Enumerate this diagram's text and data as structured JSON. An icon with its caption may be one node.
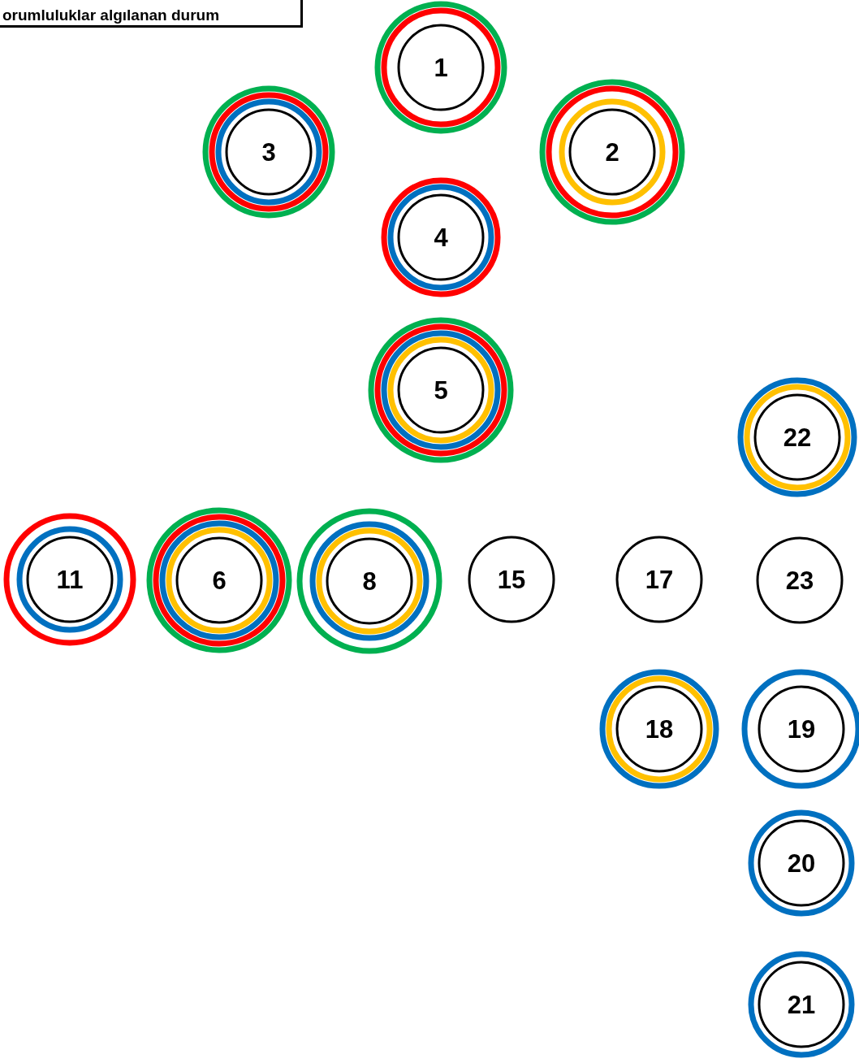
{
  "diagram": {
    "nodes": [
      {
        "text": [
          "1"
        ]
      },
      {
        "text": [
          "3"
        ]
      },
      {
        "text": [
          "2"
        ]
      },
      {
        "text": [
          "4"
        ]
      },
      {
        "text": [
          "5"
        ]
      },
      {
        "text": [
          "22"
        ]
      },
      {
        "text": [
          "11"
        ]
      },
      {
        "text": [
          "6"
        ]
      },
      {
        "text": [
          "8"
        ]
      },
      {
        "text": [
          "15"
        ]
      },
      {
        "text": [
          "17"
        ]
      },
      {
        "text": [
          "23"
        ]
      },
      {
        "text": [
          "18"
        ]
      },
      {
        "text": [
          "19"
        ]
      },
      {
        "text": [
          "20"
        ]
      },
      {
        "text": [
          "21"
        ]
      }
    ],
    "labels": [
      "orumluluklar algılanan durum"
    ]
  }
}
